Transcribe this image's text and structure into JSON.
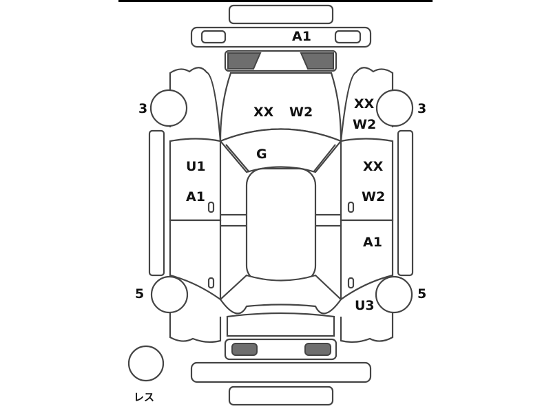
{
  "diagram": {
    "labels": {
      "front_bumper": "A1",
      "hood_1": "XX",
      "hood_2": "W2",
      "right_front_fender_1": "XX",
      "right_front_fender_2": "W2",
      "left_front_wheel": "3",
      "right_front_wheel": "3",
      "windshield": "G",
      "left_front_door_1": "U1",
      "left_front_door_2": "A1",
      "right_front_door_1": "XX",
      "right_front_door_2": "W2",
      "right_rear_door": "A1",
      "left_rear_wheel": "5",
      "right_rear_wheel": "5",
      "right_rear_fender": "U3",
      "spare_tire": "レス"
    },
    "colors": {
      "outline": "#444444",
      "lamp_fill": "#6e6e6e"
    }
  }
}
